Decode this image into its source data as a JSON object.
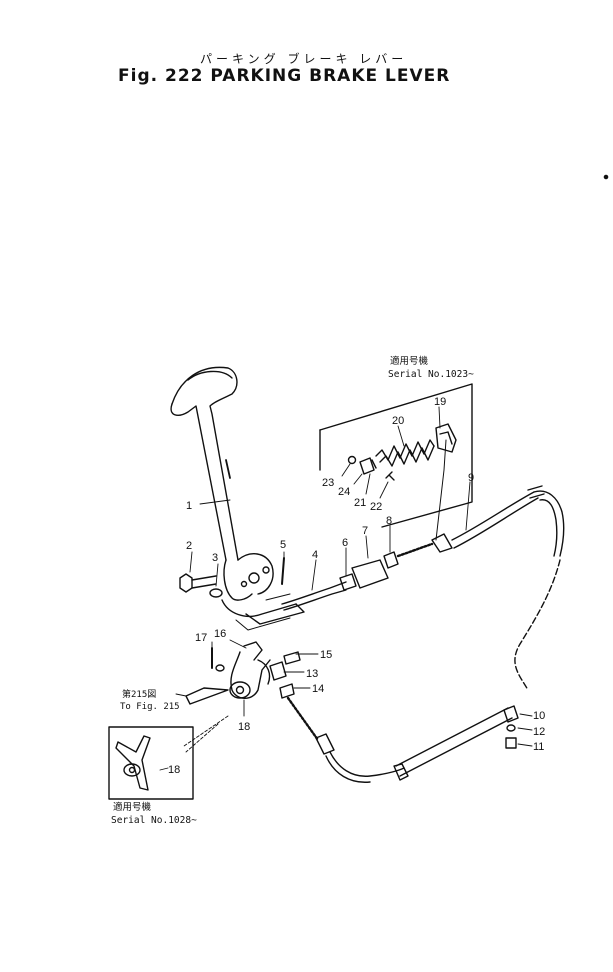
{
  "header": {
    "jp_title": "パーキング ブレーキ レバー",
    "title": "Fig. 222  PARKING BRAKE LEVER"
  },
  "notes": {
    "top_jp": "適用号機",
    "top_serial": "Serial No.1023~",
    "bottom_jp": "適用号機",
    "bottom_serial": "Serial No.1028~"
  },
  "reference": {
    "jp": "第215図",
    "en": "To Fig. 215"
  },
  "callouts": [
    "1",
    "2",
    "3",
    "4",
    "5",
    "6",
    "7",
    "8",
    "9",
    "10",
    "11",
    "12",
    "13",
    "14",
    "15",
    "16",
    "17",
    "18",
    "18",
    "19",
    "20",
    "21",
    "22",
    "23",
    "24"
  ]
}
